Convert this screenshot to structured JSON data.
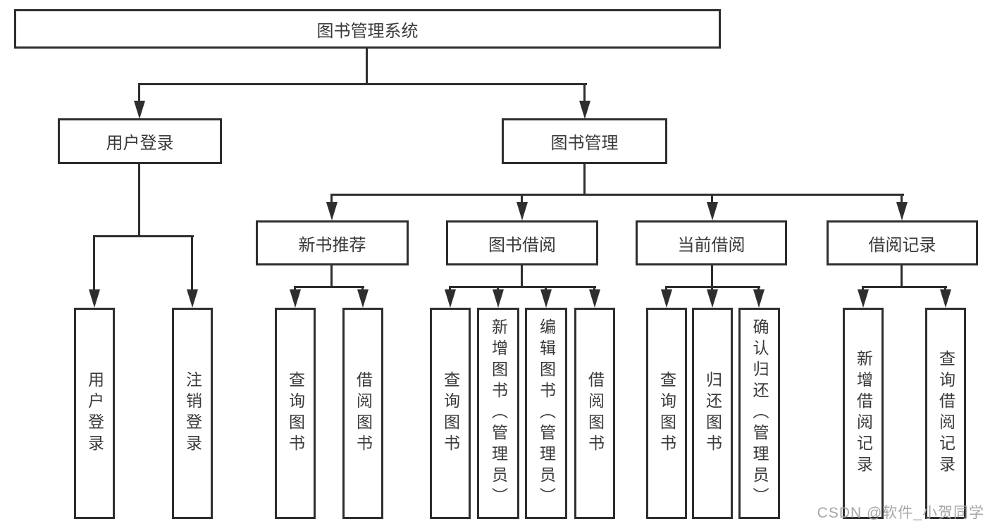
{
  "diagram_title": "图书管理系统",
  "tree": {
    "label": "图书管理系统",
    "children": [
      {
        "label": "用户登录",
        "children": [
          {
            "label": "用户登录"
          },
          {
            "label": "注销登录"
          }
        ]
      },
      {
        "label": "图书管理",
        "children": [
          {
            "label": "新书推荐",
            "children": [
              {
                "label": "查询图书"
              },
              {
                "label": "借阅图书"
              }
            ]
          },
          {
            "label": "图书借阅",
            "children": [
              {
                "label": "查询图书"
              },
              {
                "label": "新增图书（管理员）"
              },
              {
                "label": "编辑图书（管理员）"
              },
              {
                "label": "借阅图书"
              }
            ]
          },
          {
            "label": "当前借阅",
            "children": [
              {
                "label": "查询图书"
              },
              {
                "label": "归还图书"
              },
              {
                "label": "确认归还（管理员）"
              }
            ]
          },
          {
            "label": "借阅记录",
            "children": [
              {
                "label": "新增借阅记录"
              },
              {
                "label": "查询借阅记录"
              }
            ]
          }
        ]
      }
    ]
  },
  "watermark": "CSDN @软件_小贺同学",
  "colors": {
    "line": "#2e2e2e",
    "text": "#3a3a3a",
    "watermark": "#a6a6a6",
    "background": "#ffffff"
  }
}
